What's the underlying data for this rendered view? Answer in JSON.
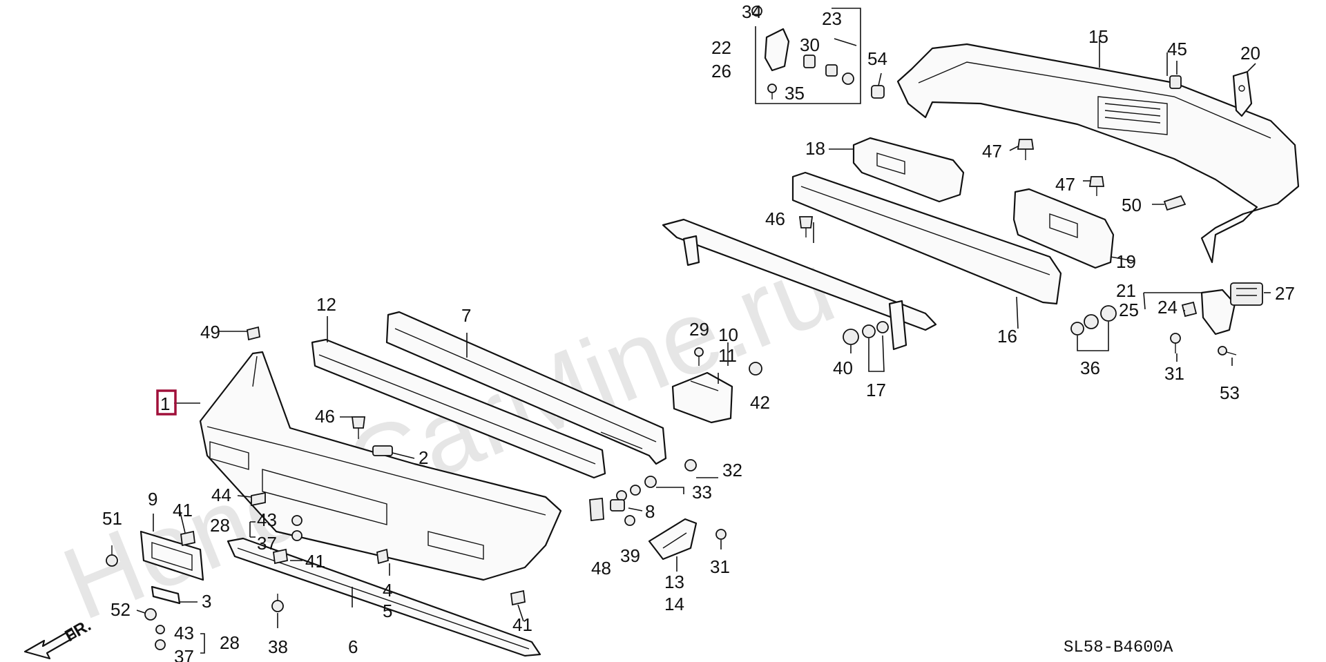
{
  "watermark": "HondaCarMine.ru",
  "diagram_code": "SL58-B4600A",
  "direction_label": "FR.",
  "selected_part": "1",
  "labels": {
    "p1": "1",
    "p2": "2",
    "p3": "3",
    "p4": "4",
    "p5": "5",
    "p6": "6",
    "p7": "7",
    "p8": "8",
    "p9": "9",
    "p10": "10",
    "p11": "11",
    "p12": "12",
    "p13": "13",
    "p14": "14",
    "p15": "15",
    "p16": "16",
    "p17": "17",
    "p18": "18",
    "p19": "19",
    "p20": "20",
    "p21": "21",
    "p22": "22",
    "p23": "23",
    "p24": "24",
    "p25": "25",
    "p26": "26",
    "p27": "27",
    "p28a": "28",
    "p28b": "28",
    "p29": "29",
    "p30": "30",
    "p31a": "31",
    "p31b": "31",
    "p32": "32",
    "p33": "33",
    "p34": "34",
    "p35": "35",
    "p36": "36",
    "p37a": "37",
    "p37b": "37",
    "p38": "38",
    "p39": "39",
    "p40": "40",
    "p41a": "41",
    "p41b": "41",
    "p41c": "41",
    "p42": "42",
    "p43a": "43",
    "p43b": "43",
    "p44": "44",
    "p45": "45",
    "p46a": "46",
    "p46b": "46",
    "p47a": "47",
    "p47b": "47",
    "p48": "48",
    "p49": "49",
    "p50": "50",
    "p51": "51",
    "p52": "52",
    "p53": "53",
    "p54": "54"
  }
}
